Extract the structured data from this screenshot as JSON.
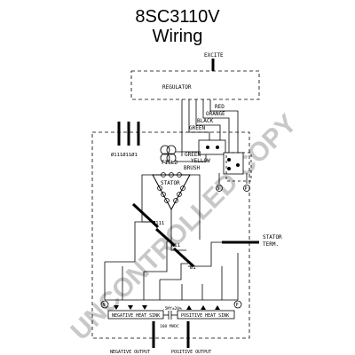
{
  "title": "8SC3110V",
  "subtitle": "Wiring",
  "watermark": "UNCONTROLLED COPY",
  "labels": {
    "excite": "EXCITE",
    "regulator": "REGULATOR",
    "red": "RED",
    "orange": "ORANGE",
    "black": "BLACK",
    "green": "GREEN",
    "green2": "GREEN",
    "yellow": "YELLOW",
    "field": "FIELD",
    "brush": "BRUSH",
    "stator": "STATOR",
    "phase_top": "Ø111Ø11Ø1",
    "phase3": "Ø111",
    "phase2": "Ø11",
    "phase1": "Ø1",
    "stator_term_1": "STATOR",
    "stator_term_2": "TERM.",
    "neg_sink": "NEGATIVE HEAT SINK",
    "pos_sink": "POSITIVE HEAT SINK",
    "cap1": ".5Mf±20%",
    "cap2": "160 MVDC",
    "neg_output": "NEGATIVE OUTPUT",
    "pos_output": "POSITIVE OUTPUT",
    "n_sym": "N",
    "p_sym": "P"
  }
}
